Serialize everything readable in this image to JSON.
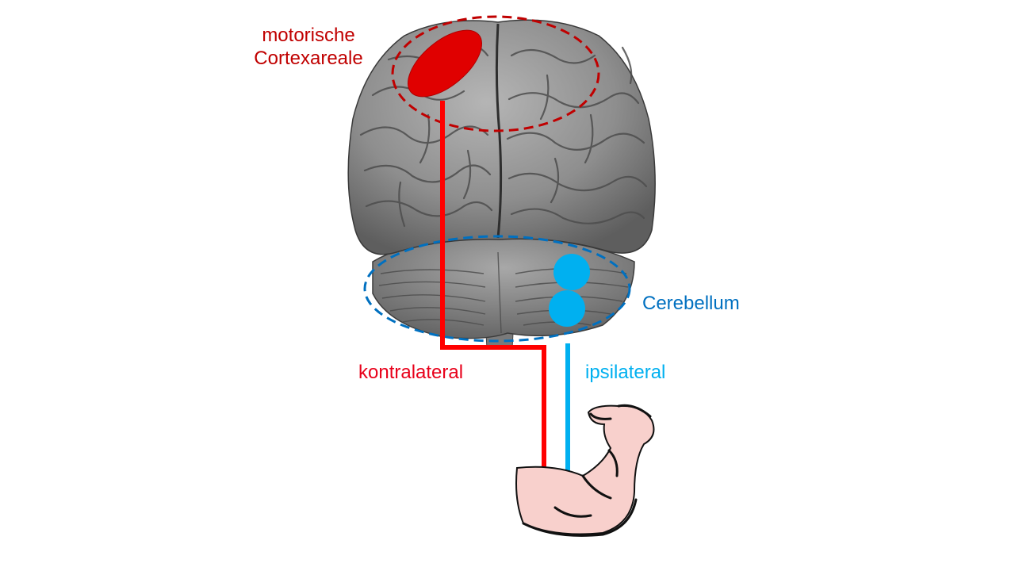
{
  "labels": {
    "motor_line1": "motorische",
    "motor_line2": "Cortexareale",
    "cerebellum": "Cerebellum",
    "contralateral": "kontralateral",
    "ipsilateral": "ipsilateral"
  },
  "colors": {
    "motor_red": "#c00000",
    "pathway_red": "#ff0000",
    "motor_blob": "#e00000",
    "cerebellum_blue": "#0070c0",
    "ipsilateral_cyan": "#00b0f0",
    "brain_gray": "#8c8c8c",
    "arm_skin": "#f8d0cc"
  },
  "icons": {
    "brain": "brain-illustration",
    "arm": "flexed-arm-icon"
  }
}
